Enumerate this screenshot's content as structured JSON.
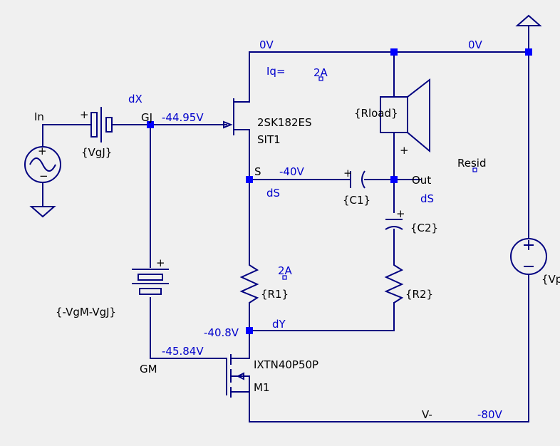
{
  "net_labels": {
    "in": "In",
    "gj": "GJ",
    "gm": "GM",
    "s": "S",
    "out": "Out",
    "vminus": "V-",
    "top_left_0v": "0V",
    "top_right_0v": "0V"
  },
  "voltage_labels": {
    "gate_j": "-44.95V",
    "source": "-40V",
    "mosfet_drain": "-40.8V",
    "mosfet_gate": "-45.84V",
    "supply": "-80V"
  },
  "current_labels": {
    "iq_text": "Iq=",
    "iq_value": "2A",
    "r1_current": "2A"
  },
  "component_labels": {
    "vgj": "{VgJ}",
    "vgm_vgj": "{-VgM-VgJ}",
    "jfet_model": "2SK182ES",
    "jfet_name": "SIT1",
    "rload": "{Rload}",
    "c1": "{C1}",
    "c2": "{C2}",
    "r1": "{R1}",
    "r2": "{R2}",
    "mosfet_model": "IXTN40P50P",
    "mosfet_name": "M1",
    "vp": "{Vp",
    "resid": "Resid"
  },
  "node_tags": {
    "dx": "dX",
    "ds_left": "dS",
    "ds_right": "dS",
    "dy": "dY"
  },
  "polarity": {
    "plus": "+",
    "minus": "−"
  },
  "colors": {
    "wire": "#000080",
    "junction": "#0000ff",
    "annotation": "#0000cc",
    "background": "#f0f0f0"
  }
}
